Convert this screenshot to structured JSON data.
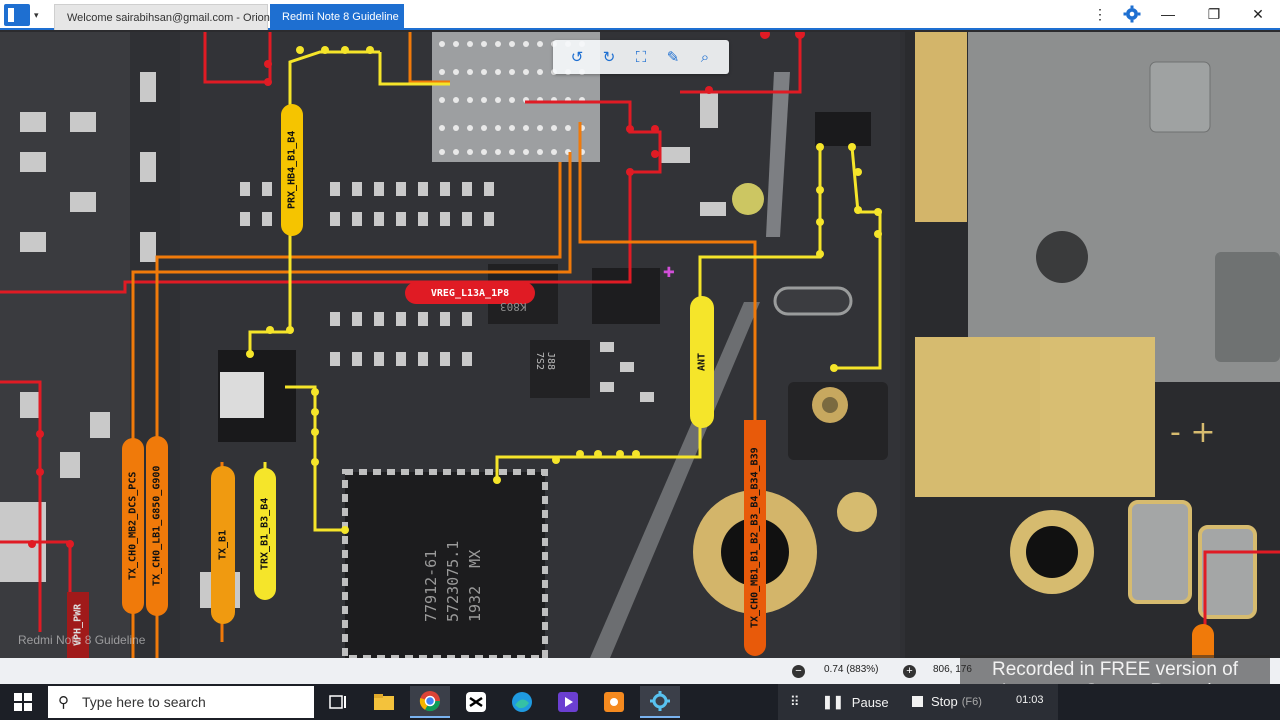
{
  "titlebar": {
    "tabs": [
      {
        "label": "Welcome sairabihsan@gmail.com - Orion",
        "active": false
      },
      {
        "label": "Redmi Note 8 Guideline",
        "active": true
      }
    ],
    "controls": [
      "more-icon",
      "gear-icon",
      "minimize-icon",
      "restore-icon",
      "close-icon"
    ]
  },
  "toolbar": {
    "icons": [
      "rotate-left-icon",
      "rotate-right-icon",
      "fit-screen-icon",
      "measure-icon",
      "search-icon"
    ]
  },
  "nets": {
    "prx": "PRX_HB4_B1_B4",
    "vreg": "VREG_L13A_1P8",
    "ant": "ANT",
    "tx_mb2": "TX_CH0_MB2_DCS_PCS",
    "tx_lb1": "TX_CH0_LB1_G850_G900",
    "tx_b1": "TX_B1",
    "trx": "TRX_B1_B3_B4",
    "tx_mb1": "TX_CH0_MB1_B1_B2_B3_B4_B34_B39",
    "vph": "VPH_PWR"
  },
  "chip_marks": {
    "main_ic": "77912-61\n5723075.1\n1932  MX",
    "k803": "K803",
    "ic_j88": "J88\n7S2"
  },
  "viewer": {
    "watermark": "Redmi Note 8 Guideline",
    "zoom": "0.74 (883%)",
    "coords": "806, 176"
  },
  "recorder": {
    "watermark": "Recorded in FREE version of\nIcecream Screen Recorder",
    "pause_label": "Pause",
    "stop_label": "Stop",
    "stop_hint": "(F6)",
    "time": "01:03"
  },
  "taskbar": {
    "search_placeholder": "Type here to search",
    "apps": [
      "task-view-icon",
      "file-explorer-icon",
      "chrome-icon",
      "capcut-icon",
      "edge-icon",
      "video-editor-icon",
      "recorder-app-icon",
      "orion-viewer-icon"
    ]
  },
  "colors": {
    "accent": "#1e6fd1",
    "trace_yellow": "#f5e52a",
    "trace_orange": "#f07a0a",
    "trace_red": "#e01b24",
    "board": "#2f3034",
    "gold_pad": "#d9b766"
  }
}
